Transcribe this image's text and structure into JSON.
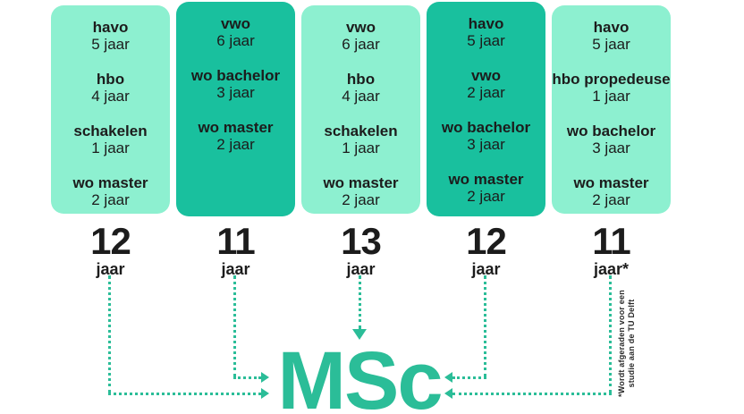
{
  "title": "Educational pathways to MSc (TU Delft)",
  "colors": {
    "light_card": "#8df0d0",
    "dark_card": "#19c09e",
    "accent_green": "#2bbd98",
    "text": "#1c1c1c",
    "background": "#ffffff"
  },
  "columns": [
    {
      "variant": "light",
      "steps": [
        {
          "label": "havo",
          "duration": "5 jaar"
        },
        {
          "label": "hbo",
          "duration": "4 jaar"
        },
        {
          "label": "schakelen",
          "duration": "1 jaar"
        },
        {
          "label": "wo master",
          "duration": "2 jaar"
        }
      ],
      "total": "12",
      "unit": "jaar"
    },
    {
      "variant": "dark",
      "steps": [
        {
          "label": "vwo",
          "duration": "6 jaar"
        },
        {
          "label": "wo bachelor",
          "duration": "3 jaar"
        },
        {
          "label": "wo master",
          "duration": "2 jaar"
        }
      ],
      "total": "11",
      "unit": "jaar"
    },
    {
      "variant": "light",
      "steps": [
        {
          "label": "vwo",
          "duration": "6 jaar"
        },
        {
          "label": "hbo",
          "duration": "4 jaar"
        },
        {
          "label": "schakelen",
          "duration": "1 jaar"
        },
        {
          "label": "wo master",
          "duration": "2 jaar"
        }
      ],
      "total": "13",
      "unit": "jaar"
    },
    {
      "variant": "dark",
      "steps": [
        {
          "label": "havo",
          "duration": "5 jaar"
        },
        {
          "label": "vwo",
          "duration": "2 jaar"
        },
        {
          "label": "wo bachelor",
          "duration": "3 jaar"
        },
        {
          "label": "wo master",
          "duration": "2 jaar"
        }
      ],
      "total": "12",
      "unit": "jaar"
    },
    {
      "variant": "light",
      "steps": [
        {
          "label": "havo",
          "duration": "5 jaar"
        },
        {
          "label": "hbo propedeuse",
          "duration": "1 jaar"
        },
        {
          "label": "wo bachelor",
          "duration": "3 jaar"
        },
        {
          "label": "wo master",
          "duration": "2 jaar"
        }
      ],
      "total": "11",
      "unit": "jaar*"
    }
  ],
  "msc": {
    "label": "MSc"
  },
  "footnote": {
    "line1": "*Wordt afgeraden voor een",
    "line2": "studie aan de TU Delft"
  }
}
